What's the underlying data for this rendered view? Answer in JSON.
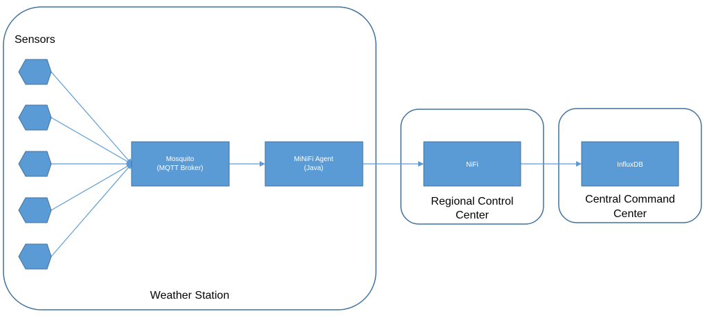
{
  "containers": {
    "weather_station": {
      "title": "Sensors",
      "caption": "Weather Station"
    },
    "regional": {
      "caption_line1": "Regional Control",
      "caption_line2": "Center"
    },
    "central": {
      "caption_line1": "Central Command",
      "caption_line2": "Center"
    }
  },
  "nodes": {
    "mosquito": {
      "line1": "Mosquito",
      "line2": "(MQTT Broker)"
    },
    "minifi": {
      "line1": "MiNiFi Agent",
      "line2": "(Java)"
    },
    "nifi": {
      "line1": "NiFi"
    },
    "influxdb": {
      "line1": "InfluxDB"
    }
  },
  "sensors": {
    "count": 5
  },
  "colors": {
    "container_border": "#41719c",
    "box_fill": "#5b9bd5",
    "arrow": "#5b9bd5"
  }
}
